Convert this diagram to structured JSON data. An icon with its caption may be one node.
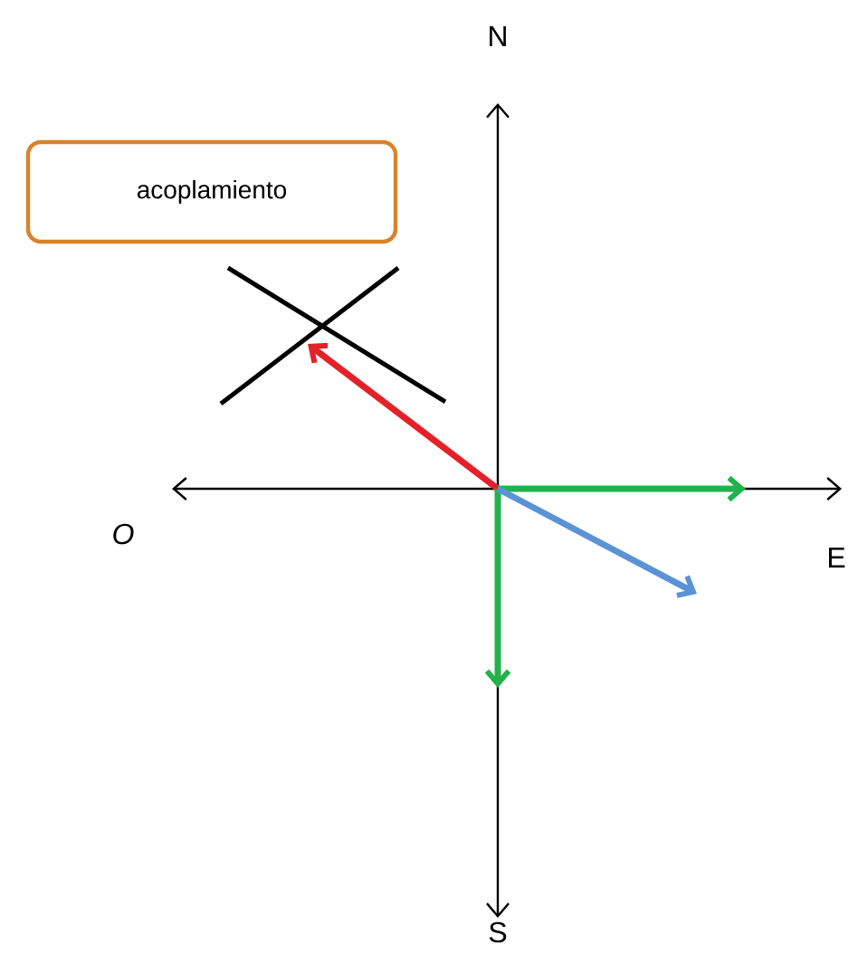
{
  "diagram": {
    "nodes": [
      {
        "text": [
          "acoplamiento"
        ]
      }
    ],
    "labels": [
      "N",
      "O",
      "E",
      "S"
    ]
  }
}
